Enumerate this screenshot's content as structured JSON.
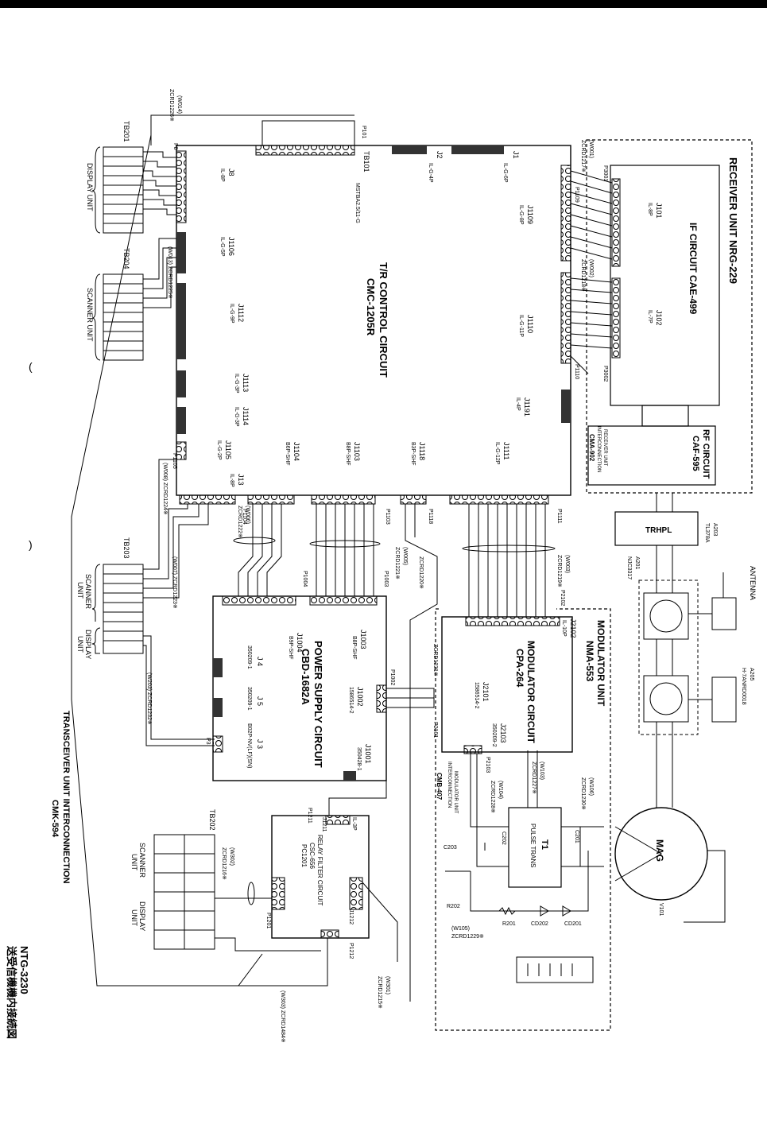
{
  "colors": {
    "line": "#000000",
    "background": "#ffffff",
    "fill_dark": "#333333"
  },
  "title": {
    "drawing_no": "NTG-3230",
    "japanese": "送受信機機内接続図"
  },
  "interconnection": {
    "title": "TRANSCEIVER UNIT INTERCONNECTION",
    "code": "CMK-594"
  },
  "receiver_unit": {
    "title": "RECEIVER UNIT NRG-229",
    "if_circuit": "IF CIRCUIT CAE-499",
    "j101": "J101",
    "j101_type": "IL-8P",
    "j102": "J102",
    "j102_type": "IL-7P",
    "rf_circuit": "RF CIRCUIT",
    "rf_code": "CAF-595",
    "interconn_title": "RECEIVER UNIT",
    "interconn_sub": "INTERCONNECTION",
    "interconn_code": "CMA-902",
    "p3001": "P3001",
    "p3002": "P3002"
  },
  "control": {
    "title": "T/R CONTROL CIRCUIT",
    "code": "CMC-1205R",
    "tb101": "TB101",
    "tb101_type": "MSTBA2.5/11-G",
    "p101": "P101",
    "j1": "J1",
    "j1_type": "IL-G-6P",
    "j2": "J2",
    "j2_type": "IL-G-4P",
    "j8": "J8",
    "j8_type": "IL-8P",
    "p8": "P8",
    "j1106": "J1106",
    "j1106_type": "IL-G-5P",
    "j1112": "J1112",
    "j1112_type": "IL-G-9P",
    "j1113": "J1113",
    "j1113_type": "IL-G-3P",
    "j1114": "J1114",
    "j1114_type": "IL-G-3P",
    "j1105": "J1105",
    "j1105_type": "IL-G-2P",
    "p1105": "P1105",
    "j13": "J13",
    "j13_type": "IL-8P",
    "j1104": "J1104",
    "j1104_type": "B6P-SHF",
    "j1103": "J1103",
    "j1103_type": "B8P-SHF",
    "j1118": "J1118",
    "j1118_type": "B3P-SHF",
    "j1111": "J1111",
    "j1111_type": "IL-G-12P",
    "j1109": "J1109",
    "j1109_type": "IL-G-8P",
    "p1109": "P1109",
    "j1110": "J1110",
    "j1110_type": "IL-G-11P",
    "p1110": "P1110",
    "j1191": "J1191",
    "j1191_type": "IL-4P",
    "p1104": "P1104",
    "p1103": "P1103",
    "p1118": "P1118",
    "p1111": "P1111"
  },
  "power": {
    "title": "POWER SUPPLY CIRCUIT",
    "code": "CBD-1682A",
    "j1004": "J1004",
    "j1004_type": "B9P-SHF",
    "j1003": "J1003",
    "j1003_type": "B8P-SHF",
    "j4": "J 4",
    "j4_type": "350209-1",
    "j5": "J 5",
    "j5_type": "350209-1",
    "j3": "J 3",
    "j3_type": "B02P-NV(LF)(SN)",
    "j1002": "J1002",
    "j1002_type": "1586514-2",
    "j1001": "J1001",
    "j1001_type": "350428-1",
    "p1004": "P1004",
    "p1003": "P1003",
    "p1002": "P1002",
    "p3": "P3"
  },
  "modulator": {
    "unit_title": "MODULATOR UNIT",
    "unit_code": "NMA-553",
    "title": "MODULATOR CIRCUIT",
    "code": "CPA-264",
    "j2101": "J2101",
    "j2101_type": "1586514-2",
    "j2103": "J2103",
    "j2103_type": "350209-2",
    "j2102": "J2102",
    "j2102_type": "IL-10P",
    "p2102": "P2102",
    "p2101": "P2101",
    "p2103": "P2103",
    "interconn_title": "MODULATOR UNIT",
    "interconn_sub": "INTERCONNECTION",
    "interconn_code": "CMB-407",
    "t1": "T1",
    "t1_label": "PULSE TRANS",
    "c201": "C201",
    "c202": "C202",
    "c203": "C203",
    "r201": "R201",
    "r202": "R202",
    "cd201": "CD201",
    "cd202": "CD202",
    "mag": "MAG",
    "v101": "V101"
  },
  "relay": {
    "title": "RELAY FILTER CIRCUIT",
    "code": "CSC-656",
    "pc": "PC1201",
    "j1211": "J1211",
    "j1211_type": "IL-3P",
    "p1211": "P1211",
    "j1212": "J1212",
    "p1212": "P1212",
    "p1201": "P1201"
  },
  "rf_path": {
    "trhpl": "TRHPL",
    "a203": "A203",
    "a203_code": "TL378A",
    "antenna": "ANTENNA",
    "a201": "A201",
    "a201_code": "NJC3317",
    "a205": "A205",
    "a205_code": "H-7ANRD0018"
  },
  "terminals": {
    "tb201": "TB201",
    "tb201_unit": "DISPLAY UNIT",
    "tb204": "TB204",
    "tb204_unit": "SCANNER UNIT",
    "tb203": "TB203",
    "tb203_scanner": "SCANNER",
    "tb203_scanner2": "UNIT",
    "tb203_display": "DISPLAY",
    "tb203_display2": "UNIT",
    "tb202": "TB202",
    "tb202_scanner": "SCANNER",
    "tb202_scanner2": "UNIT",
    "tb202_display": "DISPLAY",
    "tb202_display2": "UNIT"
  },
  "cables": {
    "w014": "(W014)",
    "w014_code": "ZCRD1226※",
    "w001": "(W001)",
    "w001_code": "ZCRD1217※",
    "w002": "(W002)",
    "w002_code": "ZCRD1218※",
    "w013": "(W013) ZCRD1225※",
    "w008": "(W008) ZCRD1224※",
    "w006": "(W006)",
    "w006_code": "ZCRD1222※",
    "w005": "(W005)",
    "w005_code": "ZCRD1221※",
    "w004": "ZCRD1220※",
    "w003": "(W003)",
    "w003_code": "ZCRD1219※",
    "w007": "(W007) ZCRD1223※",
    "w203": "(W203) ZCRD1232※",
    "zcrd1231": "ZCRD1231※",
    "w103": "(W103)",
    "w103_code": "ZCRD1227※",
    "w106": "(W106)",
    "w106_code": "ZCRD1230※",
    "w104": "(W104)",
    "w104_code": "ZCRD1228※",
    "w105": "(W105)",
    "w105_code": "ZCRD1229※",
    "w302": "(W302)",
    "w302_code": "ZCRD1216※",
    "w301": "(W301)",
    "w301_code": "ZCRD1215※",
    "w303": "(W303) ZCRD1484※"
  }
}
